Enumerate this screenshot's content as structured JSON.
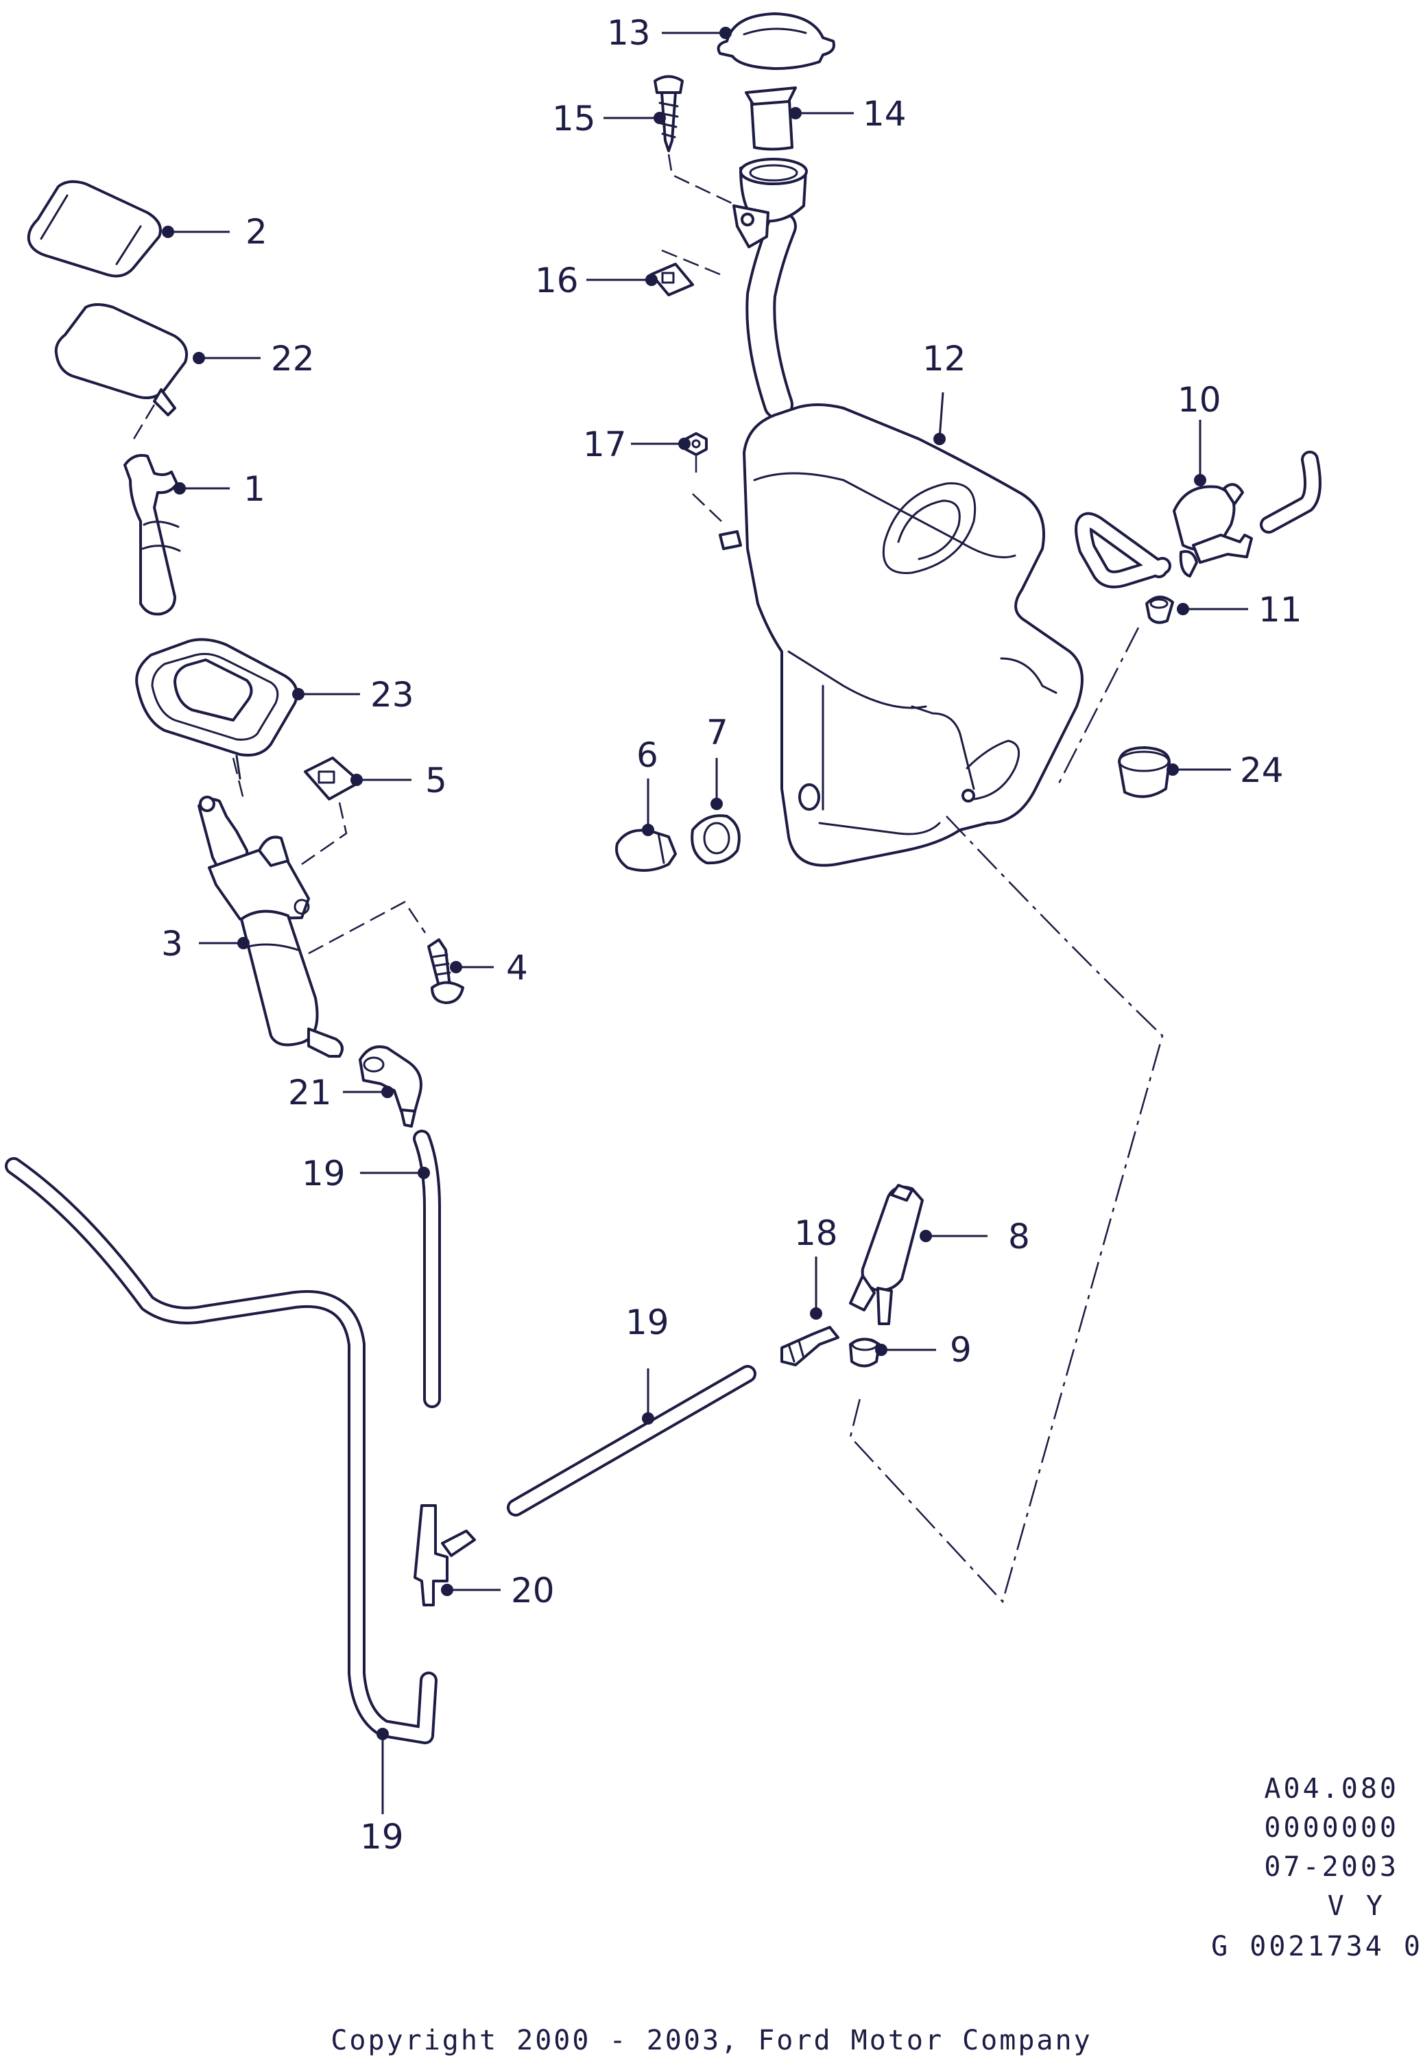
{
  "callouts": {
    "c1": "1",
    "c2": "2",
    "c3": "3",
    "c4": "4",
    "c5": "5",
    "c6": "6",
    "c7": "7",
    "c8": "8",
    "c9": "9",
    "c10": "10",
    "c11": "11",
    "c12": "12",
    "c13": "13",
    "c14": "14",
    "c15": "15",
    "c16": "16",
    "c17": "17",
    "c18": "18",
    "c19a": "19",
    "c19b": "19",
    "c19c": "19",
    "c20": "20",
    "c21": "21",
    "c22": "22",
    "c23": "23",
    "c24": "24"
  },
  "reference_block": {
    "line1": "A04.080",
    "line2": "0000000",
    "line3": "07-2003",
    "line4": "V Y",
    "line5": "G 0021734 0"
  },
  "footer": {
    "copyright": "Copyright 2000 - 2003, Ford Motor Company"
  },
  "colors": {
    "ink": "#1c1c44",
    "background": "#ffffff"
  }
}
